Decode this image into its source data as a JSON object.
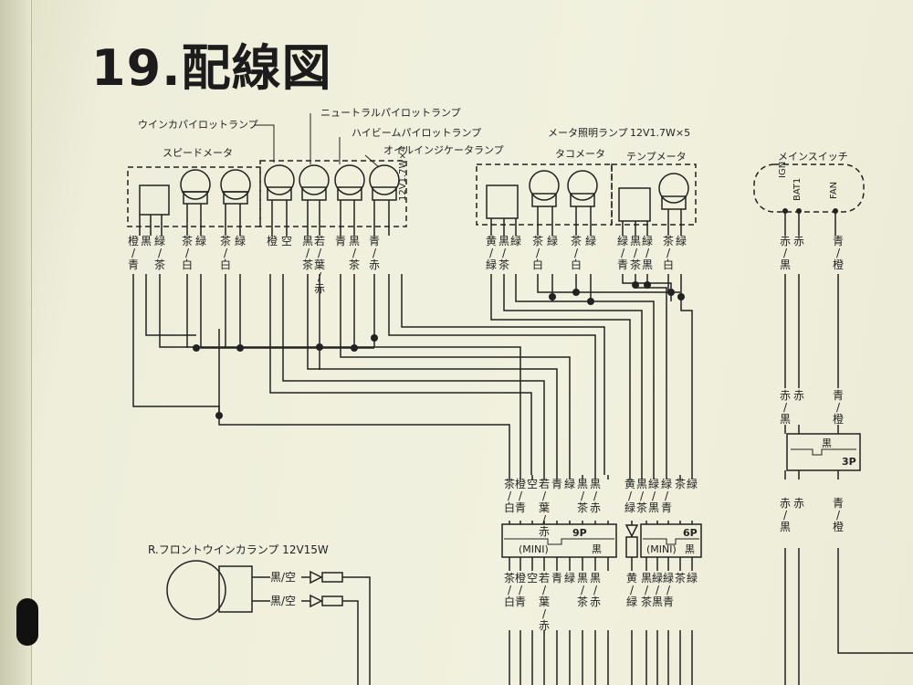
{
  "title": "19.配線図",
  "labels": {
    "winker_pilot": "ウインカパイロットランプ",
    "neutral_pilot": "ニュートラルパイロットランプ",
    "highbeam_pilot": "ハイビームパイロットランプ",
    "oil_indicator": "オイルインジケータランプ",
    "speedometer": "スピードメータ",
    "meter_light": "メータ照明ランプ",
    "meter_light_spec": "12V1.7W×5",
    "tachometer": "タコメータ",
    "temp_meter": "テンプメータ",
    "main_switch": "メインスイッチ",
    "indicator_spec": "12V1.7W×4",
    "front_winker": "R.フロントウインカランプ 12V15W"
  },
  "switch_terminals": [
    "IGN",
    "BAT1",
    "FAN"
  ],
  "top_wires": [
    "橙/青",
    "黒",
    "緑/茶",
    "茶/白",
    "緑",
    "茶/白",
    "緑",
    "橙",
    "空",
    "黒/茶",
    "若/葉/赤",
    "青",
    "黒/茶",
    "青/赤"
  ],
  "tach_wires": [
    "黄/緑",
    "黒/茶",
    "緑",
    "茶/白",
    "緑",
    "茶/白",
    "緑"
  ],
  "temp_wires": [
    "緑/青",
    "黒/茶",
    "緑/黒",
    "茶/白",
    "緑"
  ],
  "switch_wires": [
    "赤/黒",
    "赤",
    "青/橙"
  ],
  "conn9_top": [
    "茶/白",
    "橙/青",
    "空",
    "若/葉/赤",
    "青",
    "緑",
    "黒/茶",
    "黒/赤"
  ],
  "conn6_top": [
    "黄/緑",
    "黒/茶",
    "緑/黒",
    "緑/青",
    "茶",
    "緑"
  ],
  "conn9_bottom": [
    "茶/白",
    "橙/青",
    "空",
    "若/葉/赤",
    "青",
    "緑",
    "黒/茶",
    "黒/赤"
  ],
  "conn6_bottom": [
    "黄/緑",
    "黒/茶",
    "緑/黒",
    "緑/青",
    "茶",
    "緑"
  ],
  "conn3_wires_top": [
    "赤/黒",
    "赤",
    "青/橙"
  ],
  "conn3_wires_bottom": [
    "赤/黒",
    "赤",
    "青/橙"
  ],
  "conn9": {
    "pins": "9P",
    "type": "(MINI)",
    "color": "黒"
  },
  "conn6": {
    "pins": "6P",
    "type": "(MINI)",
    "color": "黒"
  },
  "conn3": {
    "pins": "3P",
    "color": "黒"
  },
  "winker_wires": [
    "黒/空",
    "黒/空"
  ]
}
